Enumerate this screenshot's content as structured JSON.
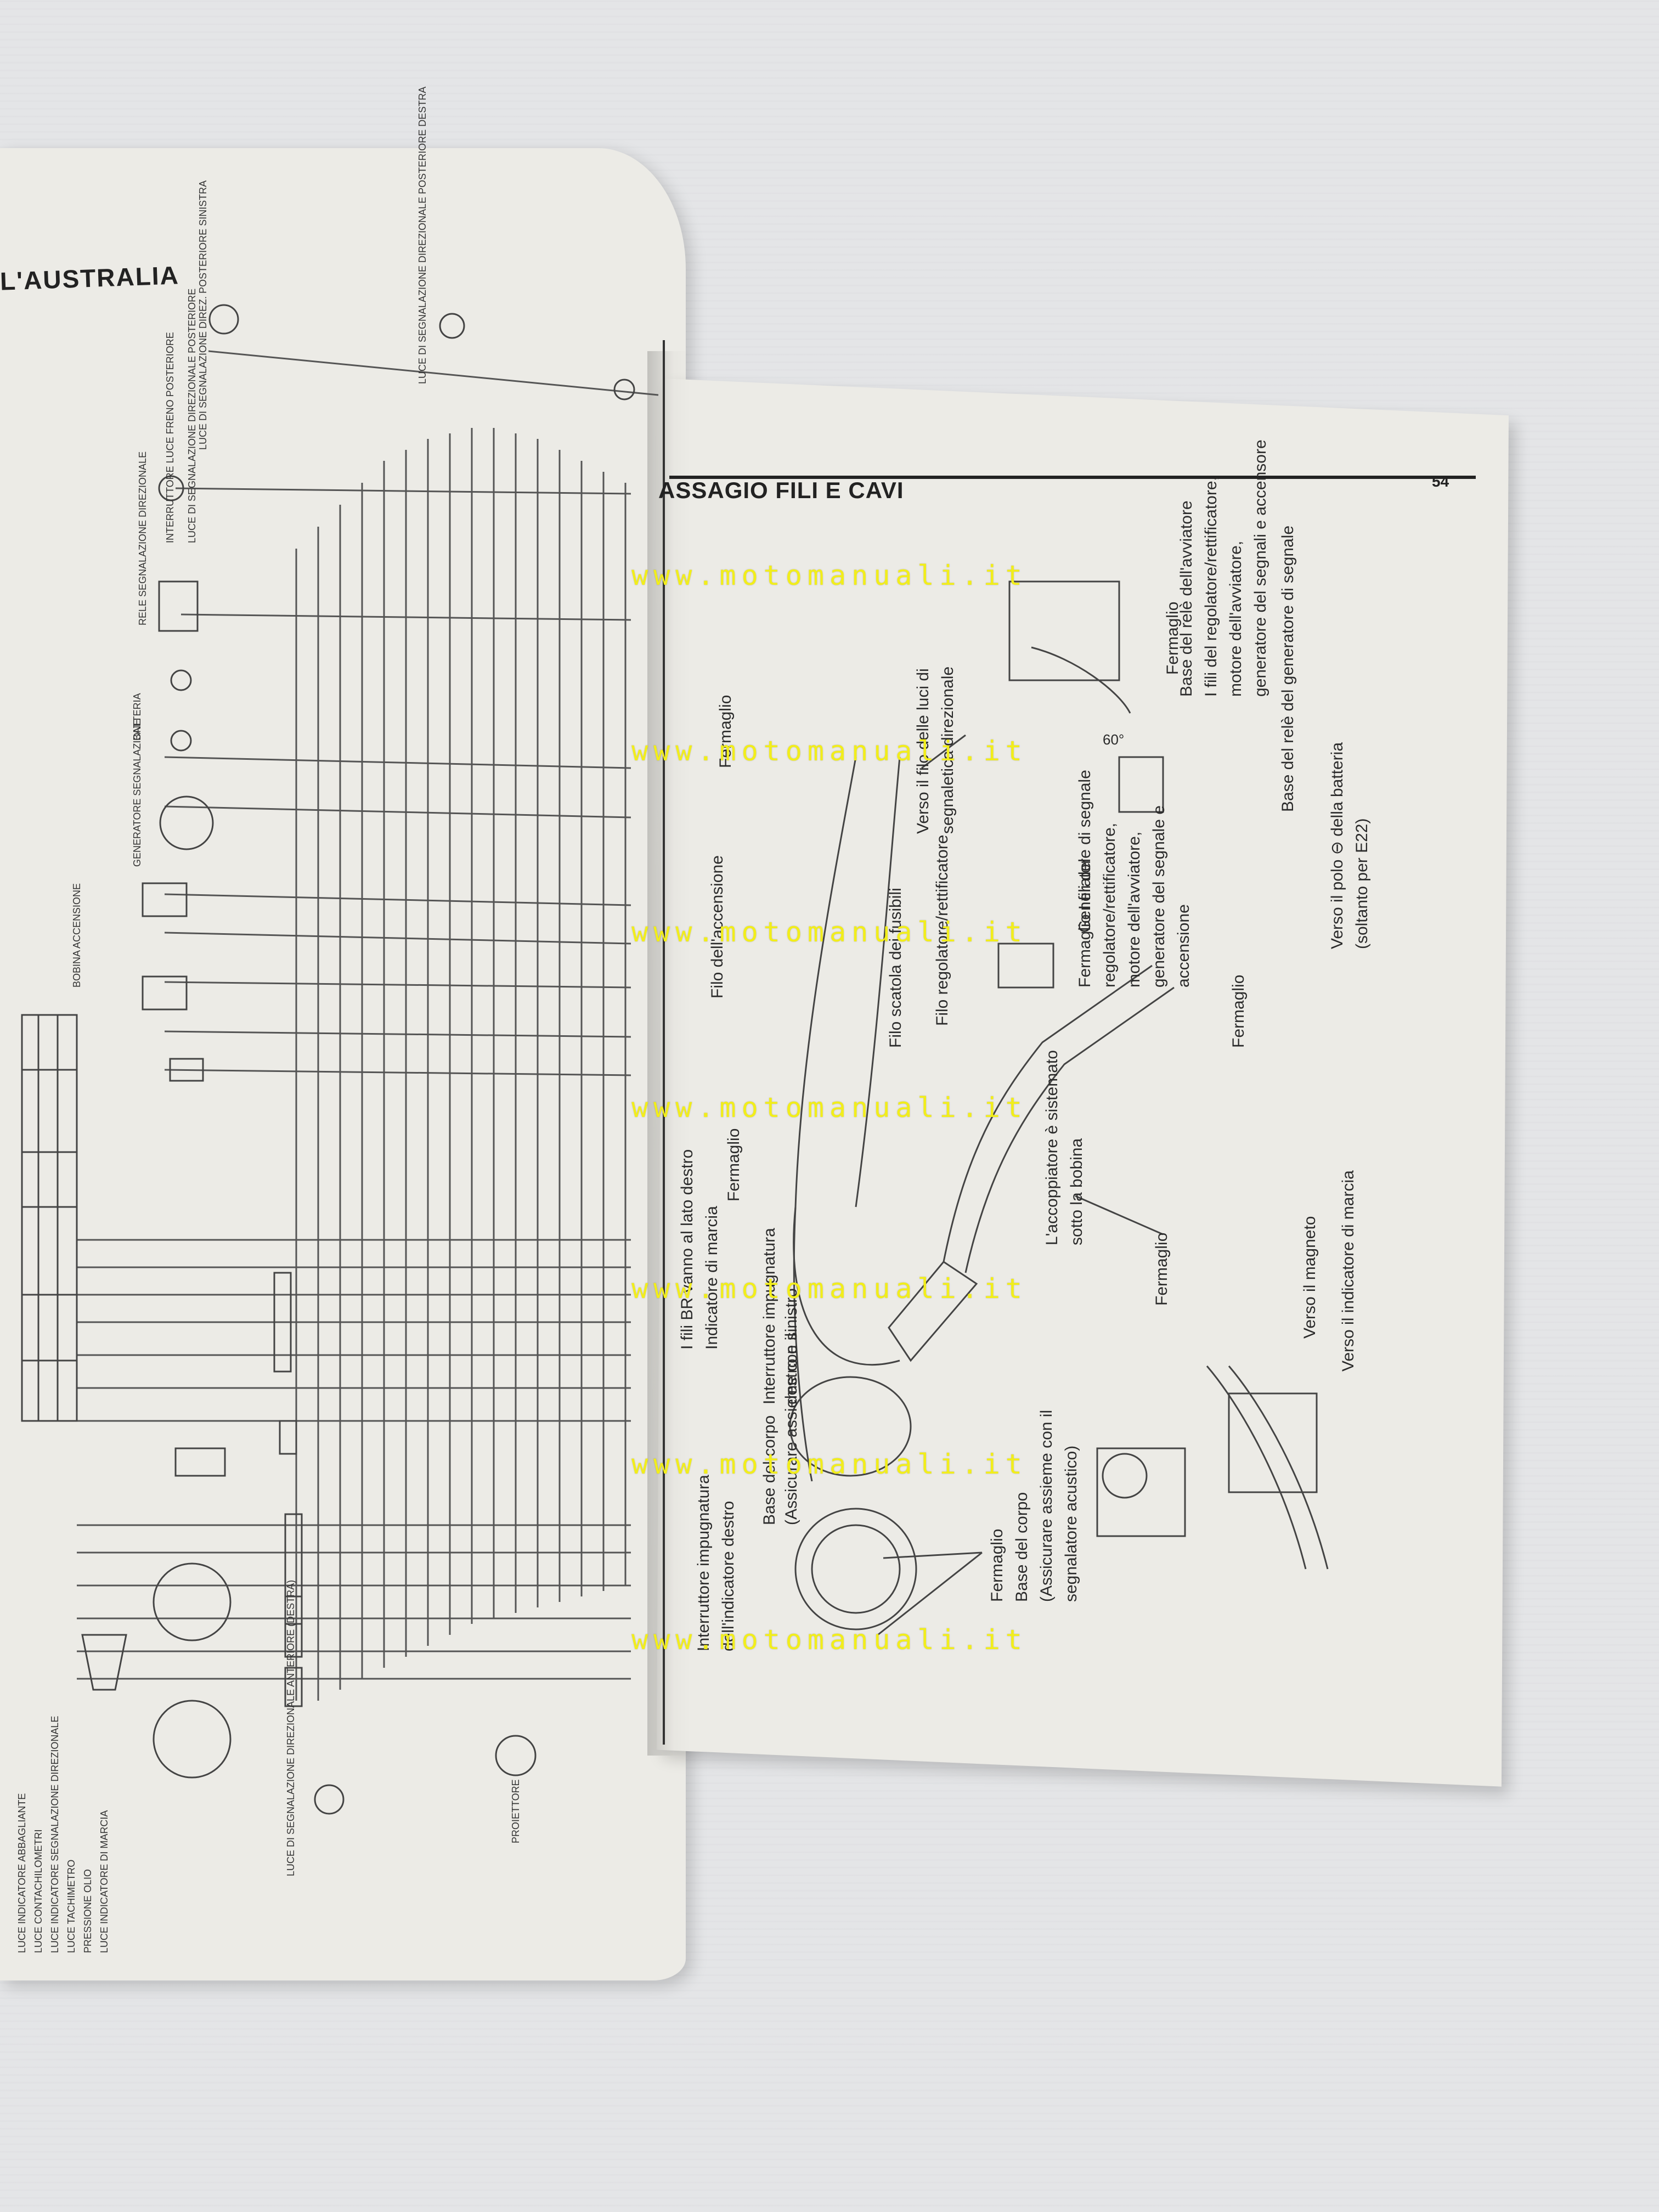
{
  "watermark": "www.motomanuali.it",
  "left_page": {
    "title": "L'AUSTRALIA",
    "labels": [
      "INTERRUTTORE LUCE FRENO POSTERIORE",
      "LUCE DI SEGNALAZIONE DIREZIONALE POSTERIORE",
      "RELE SEGNALAZIONE DIREZIONALE",
      "BATTERIA",
      "GENERATORE SEGNALAZIONE",
      "BOBINA ACCENSIONE",
      "LUCE DI SEGNALAZIONE DIREZIONALE ANTERIORE (DESTRA)",
      "PROIETTORE",
      "LUCE DI SEGNALAZIONE DIREZIONALE POSTERIORE DESTRA",
      "LUCE DI SEGNALAZIONE DIREZ. POSTERIORE SINISTRA"
    ],
    "legend": [
      "LUCE INDICATORE ABBAGLIANTE",
      "LUCE CONTACHILOMETRI",
      "LUCE INDICATORE SEGNALAZIONE DIREZIONALE",
      "LUCE TACHIMETRO",
      "PRESSIONE OLIO",
      "LUCE INDICATORE DI MARCIA"
    ]
  },
  "right_page": {
    "title": "ASSAGIO FILI E CAVI",
    "page_number": "54",
    "callouts": [
      "Fermaglio",
      "Verso il filo delle luci di",
      "segnaletica direzionale",
      "Filo dell'accensione",
      "Filo scatola dei fusibili",
      "Filo regolatore/rettificatore",
      "Generatore di segnale",
      "Fermaglio",
      "I fili BR vanno al lato destro",
      "Indicatore di marcia",
      "Interruttore impugnatura",
      "destro e sinistro",
      "Interruttore impugnatura",
      "dell'indicatore destro",
      "Base del corpo",
      "(Assicurare assieme con il",
      "Fermaglio",
      "Base del corpo",
      "(Assicurare assieme con il",
      "segnalatore acustico)",
      "L'accoppiatore è sistemato",
      "sotto la bobina",
      "Fermaglio",
      "Fermaglio   I fili del",
      "regolatore/rettificatore,",
      "motore dell'avviatore,",
      "generatore del segnale e",
      "accensione",
      "Fermaglio",
      "Base del relè dell'avviatore",
      "I fili del regolatore/rettificatore,",
      "motore dell'avviatore,",
      "generatore del segnali e accensore",
      "Fermaglio",
      "Base del relè del generatore di segnale",
      "Verso il polo ⊖ della batteria",
      "(soltanto per E22)",
      "Verso il magneto",
      "Verso il indicatore di marcia",
      "60°"
    ]
  }
}
